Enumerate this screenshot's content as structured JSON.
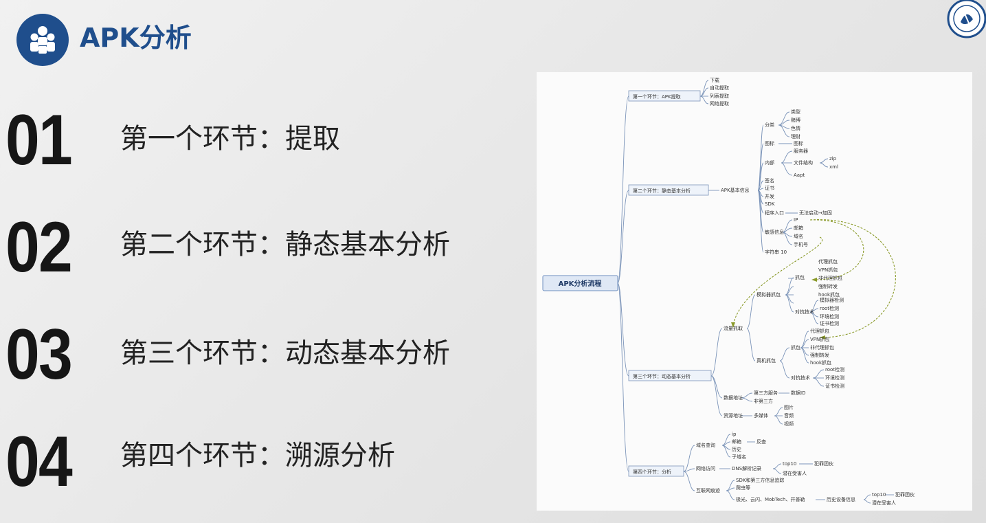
{
  "header": {
    "title": "APK分析",
    "icon": "people-icon"
  },
  "colors": {
    "brand": "#1f4e8c",
    "text": "#222222"
  },
  "sections": [
    {
      "number": "01",
      "label": "第一个环节：提取"
    },
    {
      "number": "02",
      "label": "第二个环节：静态基本分析"
    },
    {
      "number": "03",
      "label": "第三个环节：动态基本分析"
    },
    {
      "number": "04",
      "label": "第四个环节：溯源分析"
    }
  ],
  "mindmap": {
    "root": "APK分析流程",
    "b1": {
      "title": "第一个环节：APK提取",
      "leaves": [
        "下载",
        "自动提取",
        "列表提取",
        "网络提取"
      ]
    },
    "b2": {
      "title": "第二个环节：静态基本分析",
      "sub": "APK基本信息",
      "fenlei": "分类",
      "fenlei_items": [
        "类型",
        "赌博",
        "色情",
        "理财"
      ],
      "tubiao": "图标",
      "tubiao_val": "图标",
      "neibu": "内部",
      "neibu_items": [
        "服务器",
        "文件结构",
        "Aapt"
      ],
      "zip": [
        "zip",
        "xml"
      ],
      "misc": [
        "签名",
        "证书",
        "开发",
        "SDK"
      ],
      "entry": "程序入口",
      "entry_val": "无法启动→加固",
      "sens": "敏感信息",
      "sens_items": [
        "IP",
        "邮箱",
        "域名",
        "手机号"
      ],
      "zifu": "字符串 10"
    },
    "b3": {
      "title": "第三个环节：动态基本分析",
      "sub": "流量抓取",
      "sim": "模拟器抓包",
      "cap": "抓包",
      "cap_items": [
        "代理抓包",
        "VPN抓包",
        "非代理抓包",
        "强制转发",
        "hook抓包"
      ],
      "anti": "对抗技术",
      "anti_items": [
        "模拟器检测",
        "root检测",
        "环境检测",
        "证书检测"
      ],
      "real": "真机抓包",
      "cap2": "抓包",
      "cap2_items": [
        "代理抓包",
        "VPN抓包",
        "非代理抓包",
        "强制转发",
        "hook抓包"
      ],
      "anti2": "对抗技术",
      "anti2_items": [
        "root检测",
        "环境检测",
        "证书检测"
      ],
      "data": "数据地址",
      "data_items": [
        "第三方服务",
        "非第三方"
      ],
      "data_val": "数据ID",
      "res": "资源地址",
      "res_sub": "多媒体",
      "res_items": [
        "图片",
        "音频",
        "视频"
      ]
    },
    "b4": {
      "title": "第四个环节：分析",
      "whois": "域名查询",
      "whois_items": [
        "ip",
        "邮箱",
        "历史",
        "子域名"
      ],
      "whois_val": "反查",
      "net": "网络访问",
      "net_sub": "DNS解析记录",
      "net_items": [
        "top10",
        "潜在受害人"
      ],
      "net_val": "犯罪团伙",
      "traffic": "互联网痕迹",
      "traffic_items": [
        "SDK和第三方信息追踪",
        "爬虫等",
        "极光、云闪、MobTech、开普勒"
      ],
      "traffic_sub": "历史设备信息",
      "traffic_leaves": [
        "top10",
        "潜在受害人"
      ],
      "traffic_val": "犯罪团伙"
    }
  }
}
